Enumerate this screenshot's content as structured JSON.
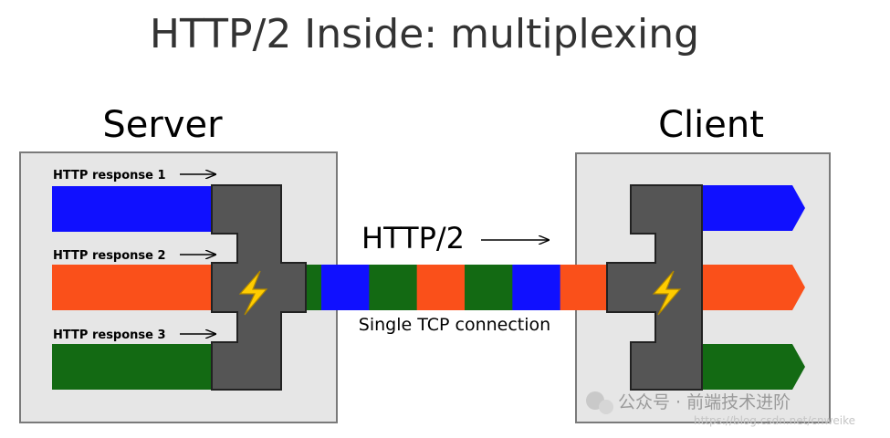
{
  "title": "HTTP/2 Inside: multiplexing",
  "server": {
    "label": "Server",
    "responses": [
      {
        "label": "HTTP response 1",
        "color": "#1010ff"
      },
      {
        "label": "HTTP response 2",
        "color": "#fa501a"
      },
      {
        "label": "HTTP response 3",
        "color": "#136a13"
      }
    ]
  },
  "client": {
    "label": "Client",
    "streams": [
      {
        "color": "#1010ff"
      },
      {
        "color": "#fa501a"
      },
      {
        "color": "#136a13"
      }
    ]
  },
  "connection": {
    "protocol_label": "HTTP/2",
    "caption": "Single TCP connection",
    "frames": [
      "#136a13",
      "#1010ff",
      "#136a13",
      "#fa501a",
      "#136a13",
      "#1010ff",
      "#fa501a"
    ]
  },
  "icons": {
    "multiplexer": "lightning-bolt-icon"
  },
  "watermark": {
    "account": "公众号 · 前端技术进阶",
    "url": "https://blog.csdn.net/cnweike"
  },
  "colors": {
    "box_fill": "#e6e6e6",
    "box_stroke": "#7a7a7a",
    "mux_fill": "#555555",
    "bolt": "#ffcc00"
  }
}
